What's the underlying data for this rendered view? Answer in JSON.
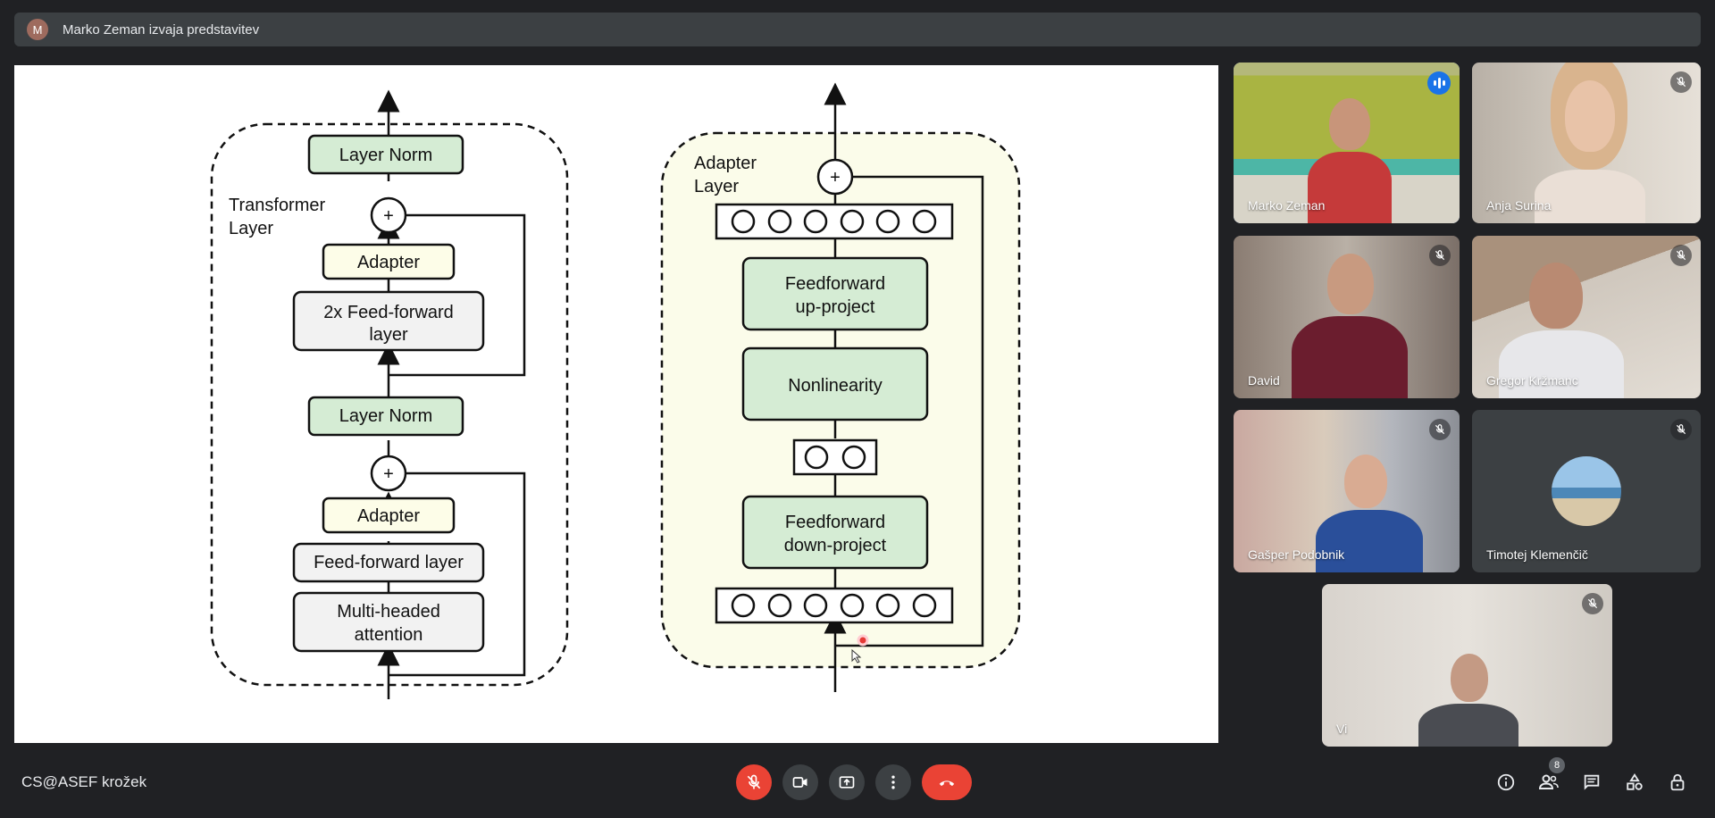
{
  "banner": {
    "avatar_letter": "M",
    "text": "Marko Zeman izvaja predstavitev"
  },
  "slide": {
    "transformer": {
      "title_line1": "Transformer",
      "title_line2": "Layer",
      "layer_norm_top": "Layer Norm",
      "adapter_top": "Adapter",
      "ff2x_line1": "2x Feed-forward",
      "ff2x_line2": "layer",
      "layer_norm_mid": "Layer Norm",
      "adapter_bottom": "Adapter",
      "ff_layer": "Feed-forward layer",
      "mha_line1": "Multi-headed",
      "mha_line2": "attention",
      "plus": "+"
    },
    "adapter": {
      "title_line1": "Adapter",
      "title_line2": "Layer",
      "up_line1": "Feedforward",
      "up_line2": "up-project",
      "nonlinearity": "Nonlinearity",
      "down_line1": "Feedforward",
      "down_line2": "down-project",
      "plus": "+"
    },
    "colors": {
      "green_box": "#d5ecd4",
      "yellow_box": "#fdfde8",
      "grey_box": "#f2f2f2",
      "adapter_bg": "#fbfcea"
    }
  },
  "participants": [
    {
      "name": "Marko Zeman",
      "status": "speaking",
      "icon": "speaking-indicator-icon"
    },
    {
      "name": "Anja Surina",
      "status": "muted",
      "icon": "mic-off-icon"
    },
    {
      "name": "David",
      "status": "muted",
      "icon": "mic-off-icon"
    },
    {
      "name": "Gregor Kržmanc",
      "status": "muted",
      "icon": "mic-off-icon"
    },
    {
      "name": "Gašper Podobnik",
      "status": "muted",
      "icon": "mic-off-icon"
    },
    {
      "name": "Timotej Klemenčič",
      "status": "muted",
      "icon": "mic-off-icon"
    },
    {
      "name": "Vi",
      "status": "muted",
      "icon": "mic-off-icon"
    }
  ],
  "bottom": {
    "meeting_name": "CS@ASEF krožek",
    "controls": [
      "mic-off-icon",
      "camera-icon",
      "present-screen-icon",
      "more-options-icon",
      "end-call-icon"
    ],
    "end_call_color": "#ea4335",
    "right_icons": [
      "info-icon",
      "people-icon",
      "chat-icon",
      "activities-icon",
      "host-controls-icon"
    ],
    "people_count": "8"
  }
}
